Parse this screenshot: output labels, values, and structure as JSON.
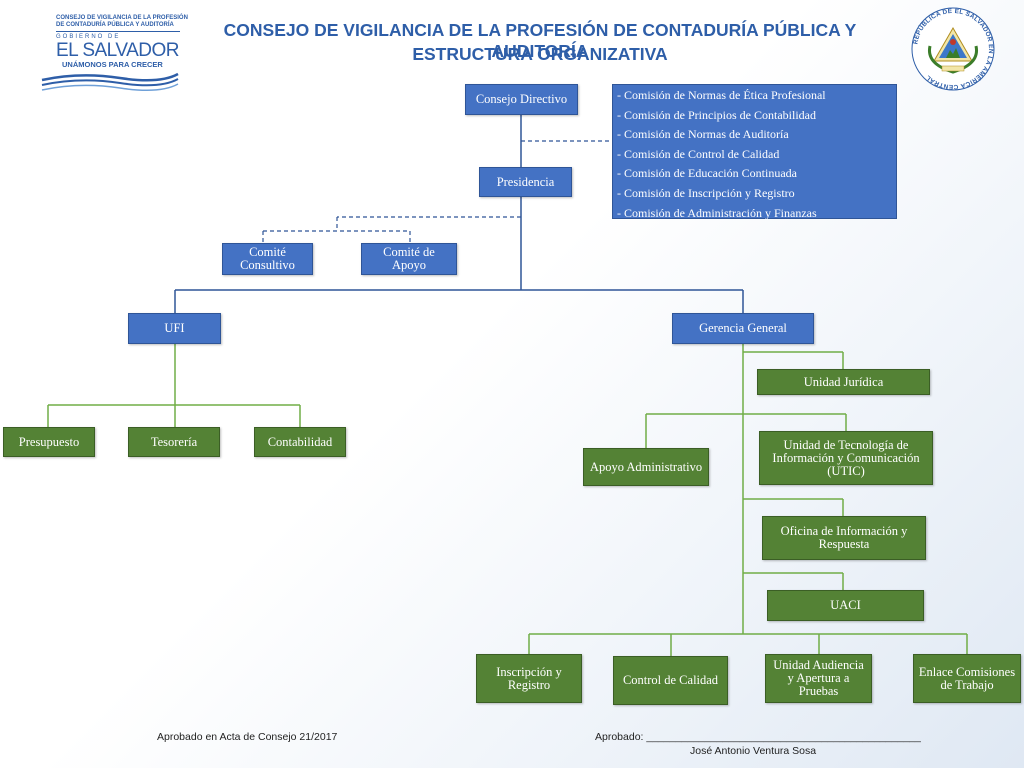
{
  "header": {
    "title_line1": "CONSEJO DE VIGILANCIA DE LA PROFESIÓN DE CONTADURÍA PÚBLICA Y AUDITORÍA",
    "title_line2": "ESTRUCTURA ORGANIZATIVA"
  },
  "logo_left": {
    "line1": "CONSEJO DE VIGILANCIA DE LA PROFESIÓN",
    "line2": "DE CONTADURÍA PÚBLICA Y AUDITORÍA",
    "gov": "GOBIERNO DE",
    "name": "EL SALVADOR",
    "slogan": "UNÁMONOS PARA CRECER"
  },
  "seal": {
    "ring_text": "REPÚBLICA DE EL SALVADOR EN LA AMÉRICA CENTRAL"
  },
  "colors": {
    "blue": "#4472c4",
    "green": "#548235",
    "title": "#2e5ea8",
    "blue_line": "#2f5597",
    "green_line": "#70ad47"
  },
  "nodes": {
    "consejo": "Consejo Directivo",
    "presidencia": "Presidencia",
    "comite_consultivo": "Comité Consultivo",
    "comite_apoyo": "Comité de Apoyo",
    "ufi": "UFI",
    "gerencia": "Gerencia General",
    "presupuesto": "Presupuesto",
    "tesoreria": "Tesorería",
    "contabilidad": "Contabilidad",
    "juridica": "Unidad Jurídica",
    "apoyo_admin": "Apoyo Administrativo",
    "utic": "Unidad de Tecnología de Información y Comunicación (UTIC)",
    "oficina_info": "Oficina de  Información y Respuesta",
    "uaci": "UACI",
    "inscripcion": "Inscripción y Registro",
    "control_calidad": "Control de Calidad",
    "audiencia": "Unidad Audiencia y Apertura a Pruebas",
    "enlace": "Enlace Comisiones de Trabajo"
  },
  "commissions": [
    "- Comisión de Normas de Ética Profesional",
    "- Comisión de Principios de Contabilidad",
    "- Comisión de Normas de Auditoría",
    "- Comisión de Control de Calidad",
    "- Comisión de Educación Continuada",
    "- Comisión de Inscripción y Registro",
    "- Comisión de Administración y Finanzas"
  ],
  "footer": {
    "approval_note": "Aprobado en Acta de Consejo 21/2017",
    "approved_label": "Aprobado: _______________________________________________",
    "signer": "José Antonio Ventura Sosa"
  }
}
